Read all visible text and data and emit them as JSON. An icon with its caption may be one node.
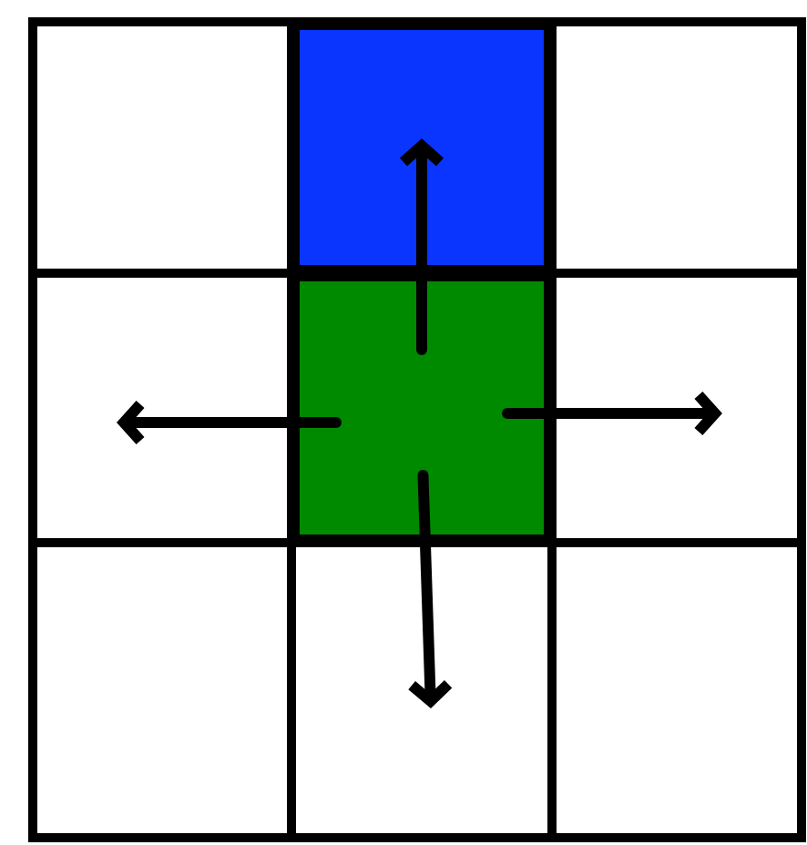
{
  "diagram": {
    "nodes": [
      {
        "text": [],
        "shape": "box"
      },
      {
        "text": [],
        "shape": "box"
      },
      {
        "text": [],
        "shape": "box"
      },
      {
        "text": [],
        "shape": "box"
      },
      {
        "text": [],
        "shape": "box"
      },
      {
        "text": [],
        "shape": "box"
      },
      {
        "text": [],
        "shape": "box"
      },
      {
        "text": [],
        "shape": "box"
      },
      {
        "text": [],
        "shape": "box"
      }
    ],
    "edges": [
      {
        "from": 4,
        "to": 1,
        "arrow": "to"
      },
      {
        "from": 4,
        "to": 3,
        "arrow": "to"
      },
      {
        "from": 4,
        "to": 5,
        "arrow": "to"
      },
      {
        "from": 4,
        "to": 7,
        "arrow": "to"
      }
    ]
  }
}
